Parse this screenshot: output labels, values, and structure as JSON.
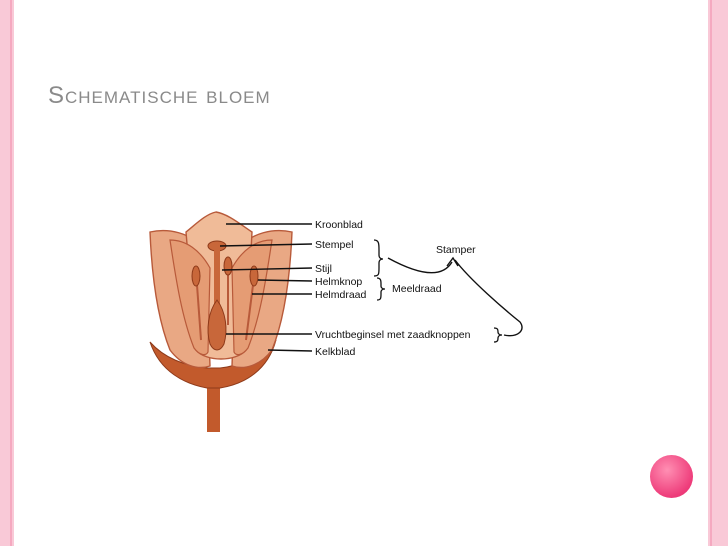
{
  "slide": {
    "title": "Schematische bloem",
    "accent_color": "#ee3c7a",
    "border_color": "#f9c9d7"
  },
  "diagram": {
    "labels": {
      "kroonblad": "Kroonblad",
      "stempel": "Stempel",
      "stijl": "Stijl",
      "helmknop": "Helmknop",
      "helmdraad": "Helmdraad",
      "vruchtbeginsel": "Vruchtbeginsel met zaadknoppen",
      "kelkblad": "Kelkblad"
    },
    "groups": {
      "stamper": "Stamper",
      "meeldraad": "Meeldraad"
    },
    "colors": {
      "petal_fill": "#e7a27d",
      "petal_outline": "#b85a3a",
      "pistil": "#c8673a",
      "sepal": "#c25a2c"
    }
  }
}
